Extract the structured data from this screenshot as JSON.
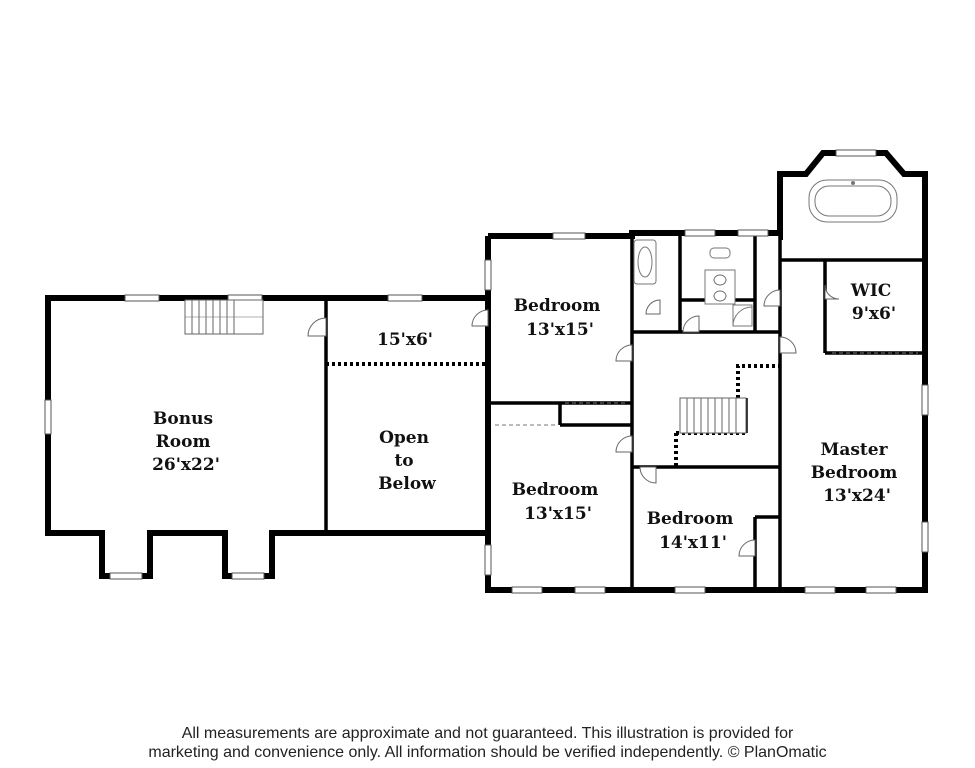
{
  "rooms": {
    "bonus_room": [
      "Bonus",
      "Room",
      "26'x22'"
    ],
    "landing": [
      "15'x6'"
    ],
    "open_to_below": [
      "Open",
      "to",
      "Below"
    ],
    "bedroom_1": [
      "Bedroom",
      "13'x15'"
    ],
    "bedroom_2": [
      "Bedroom",
      "13'x15'"
    ],
    "bedroom_3": [
      "Bedroom",
      "14'x11'"
    ],
    "wic": [
      "WIC",
      "9'x6'"
    ],
    "master_bedroom": [
      "Master",
      "Bedroom",
      "13'x24'"
    ]
  },
  "footer": {
    "line1": "All measurements are approximate and not guaranteed. This illustration is provided for",
    "line2": "marketing and convenience only. All information should be verified independently. © PlanOmatic"
  },
  "colors": {
    "wall": "#000000",
    "background": "#ffffff",
    "fixture": "#888888"
  }
}
